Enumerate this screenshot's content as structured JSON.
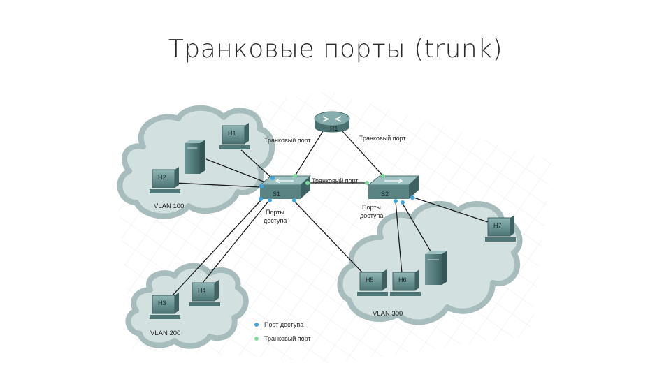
{
  "title": "Транковые порты (trunk)",
  "devices": {
    "router": "R1",
    "switch1": "S1",
    "switch2": "S2",
    "hosts": [
      "H1",
      "H2",
      "H3",
      "H4",
      "H5",
      "H6",
      "H7"
    ]
  },
  "labels": {
    "trunk_r1_s1": "Транковый порт",
    "trunk_r1_s2": "Транковый порт",
    "trunk_s1_s2": "Транковый порт",
    "access_s1": [
      "Порты",
      "доступа"
    ],
    "access_s2": [
      "Порты",
      "доступа"
    ]
  },
  "vlans": {
    "vlan100": "VLAN 100",
    "vlan200": "VLAN 200",
    "vlan300": "VLAN 300"
  },
  "legend": {
    "access": "Порт доступа",
    "trunk": "Транковый порт"
  },
  "colors": {
    "access_port": "#3fa7e0",
    "trunk_port": "#7fdc9a",
    "cloud_fill": "#d3e0e0",
    "cloud_stroke": "#a7bcbc",
    "device": "#5f8a8a"
  }
}
